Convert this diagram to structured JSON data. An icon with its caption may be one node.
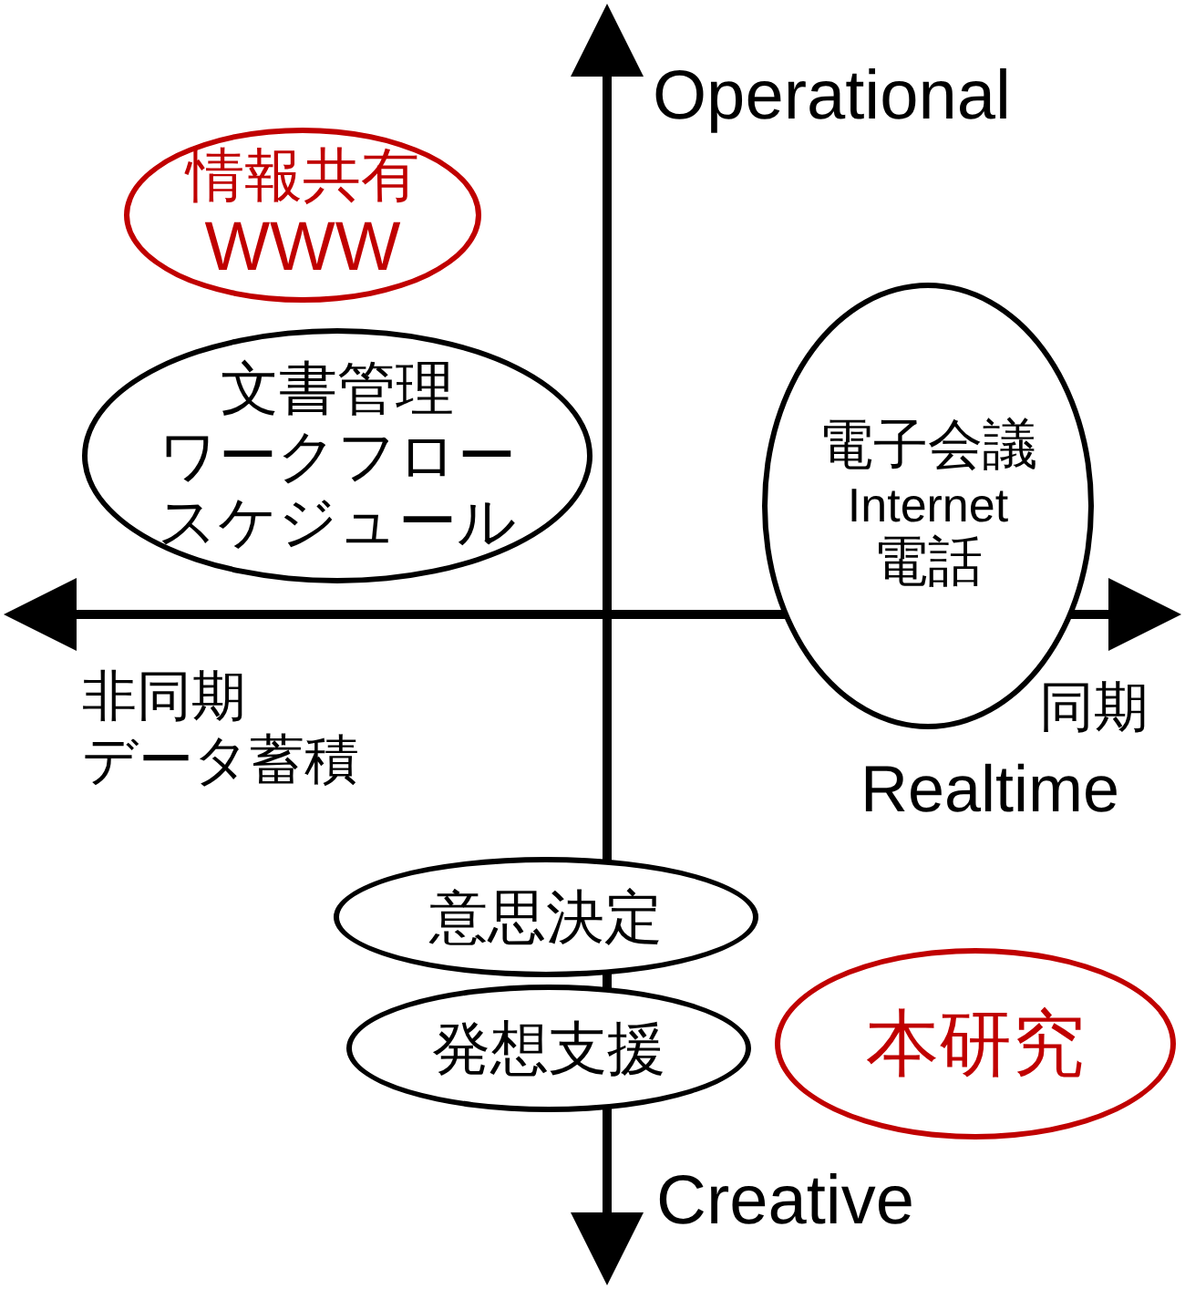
{
  "diagram": {
    "nodes": [
      {
        "text": [
          "情報共有",
          "WWW"
        ]
      },
      {
        "text": [
          "文書管理",
          "ワークフロー",
          "スケジュール"
        ]
      },
      {
        "text": [
          "電子会議",
          "Internet",
          "電話"
        ]
      },
      {
        "text": [
          "意思決定"
        ]
      },
      {
        "text": [
          "発想支援"
        ]
      },
      {
        "text": [
          "本研究"
        ]
      }
    ],
    "edges": [],
    "labels": [
      "Operational",
      "非同期",
      "データ蓄積",
      "同期",
      "Realtime",
      "Creative"
    ]
  }
}
